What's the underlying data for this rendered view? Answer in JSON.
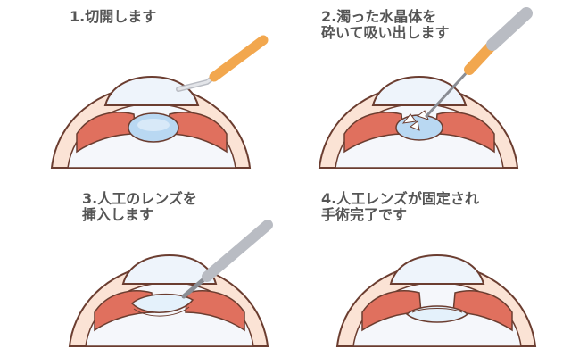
{
  "colors": {
    "text": "#555555",
    "outline": "#6b3d30",
    "sclera_fill": "#fbe3d5",
    "muscle": "#e0705e",
    "muscle_light": "#f2a08e",
    "interior": "#f5f7fb",
    "cornea_fill": "#eef4fb",
    "lens_blue": "#b9d8f2",
    "lens_light": "#e4f1fb",
    "tool_orange": "#f2a74e",
    "tool_metal": "#b9bcc3",
    "tool_metal_dark": "#8a8d94"
  },
  "steps": [
    {
      "title": "1.切開します"
    },
    {
      "title": "2.濁った水晶体を\n砕いて吸い出します"
    },
    {
      "title": "3.人工のレンズを\n挿入します"
    },
    {
      "title": "4.人工レンズが固定され\n手術完了です"
    }
  ]
}
